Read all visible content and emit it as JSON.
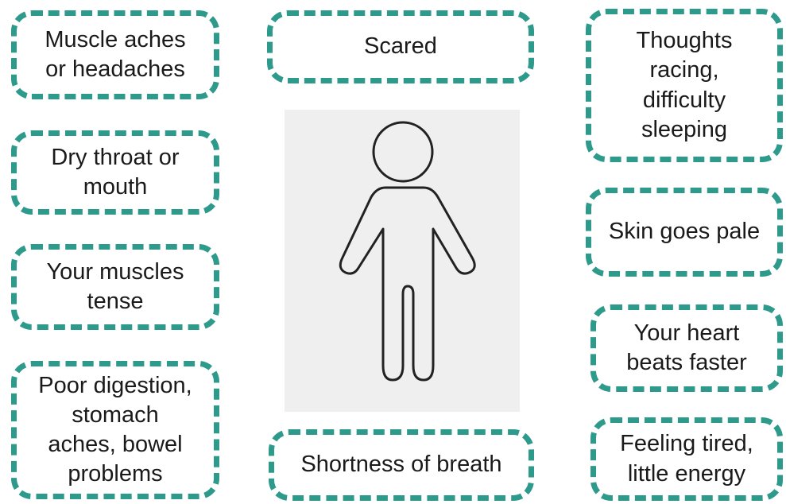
{
  "symptoms": {
    "muscle_aches": "Muscle aches\nor headaches",
    "dry_throat": "Dry throat or\nmouth",
    "muscles_tense": "Your muscles\ntense",
    "poor_digestion": "Poor digestion,\nstomach\naches, bowel\nproblems",
    "scared": "Scared",
    "shortness_of_breath": "Shortness of breath",
    "thoughts_racing": "Thoughts\nracing,\ndifficulty\nsleeping",
    "skin_pale": "Skin goes pale",
    "heart_beats": "Your heart\nbeats faster",
    "feeling_tired": "Feeling tired,\nlittle energy"
  },
  "colors": {
    "border": "#2e9a8c",
    "text": "#1a1a1a",
    "figure_background": "#efefef",
    "figure_outline": "#222222"
  },
  "icons": {
    "figure": "person-outline-icon"
  }
}
